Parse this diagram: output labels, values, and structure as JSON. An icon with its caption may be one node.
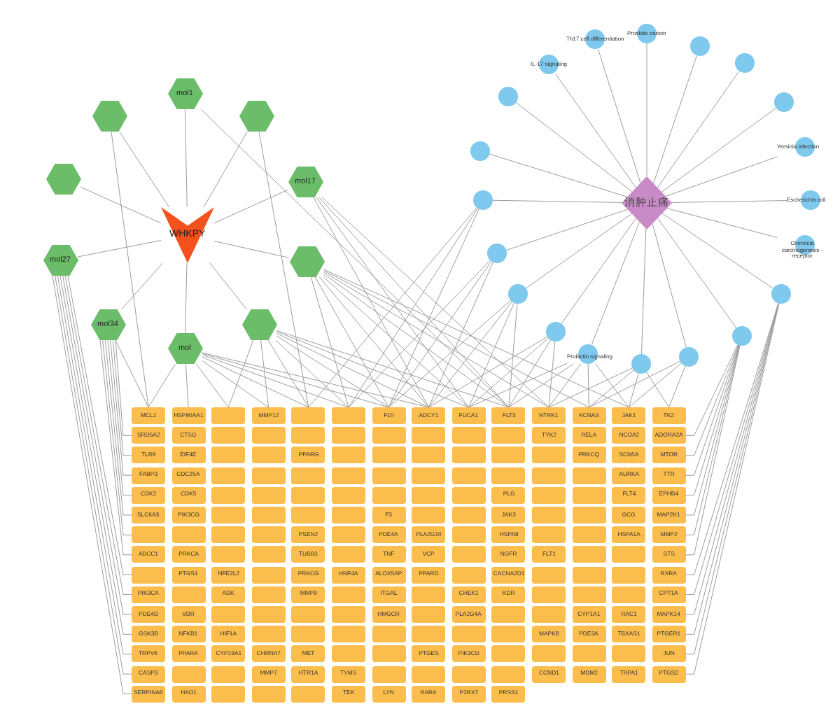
{
  "diagram": {
    "nodes": [
      {
        "text": [
          "WHKPY"
        ]
      },
      {
        "text": [
          "mol1"
        ]
      },
      {
        "text": [],
        "shape": "hexagon"
      },
      {
        "text": [],
        "shape": "hexagon"
      },
      {
        "text": [],
        "shape": "hexagon"
      },
      {
        "text": [
          "mol17"
        ]
      },
      {
        "text": [
          "mol27"
        ]
      },
      {
        "text": [],
        "shape": "hexagon"
      },
      {
        "text": [
          "mol34"
        ]
      },
      {
        "text": [],
        "shape": "hexagon"
      },
      {
        "text": [
          "mol"
        ]
      },
      {
        "text": [
          "消肿止痛"
        ]
      },
      {
        "text": [
          "Prostate cancer"
        ]
      },
      {
        "text": [
          "Th17 cell differentiation"
        ]
      },
      {
        "text": [],
        "shape": "circle"
      },
      {
        "text": [
          "IL-17 signaling"
        ]
      },
      {
        "text": [],
        "shape": "circle"
      },
      {
        "text": [],
        "shape": "circle"
      },
      {
        "text": [],
        "shape": "circle"
      },
      {
        "text": [
          "Yersinia infection"
        ]
      },
      {
        "text": [],
        "shape": "circle"
      },
      {
        "text": [],
        "shape": "circle"
      },
      {
        "text": [
          "Escherichia coli"
        ]
      },
      {
        "text": [
          "Chemical carcinogenesis - receptor"
        ]
      },
      {
        "text": [],
        "shape": "circle"
      },
      {
        "text": [],
        "shape": "circle"
      },
      {
        "text": [],
        "shape": "circle"
      },
      {
        "text": [],
        "shape": "circle"
      },
      {
        "text": [],
        "shape": "circle"
      },
      {
        "text": [
          "Prolactin signaling"
        ]
      },
      {
        "text": [],
        "shape": "circle"
      },
      {
        "text": [],
        "shape": "circle"
      },
      {
        "text": [
          "MCL1"
        ]
      },
      {
        "text": [
          "HSP90AA1"
        ]
      },
      {
        "text": [],
        "shape": "box"
      },
      {
        "text": [
          "MMP12"
        ]
      },
      {
        "text": [],
        "shape": "box"
      },
      {
        "text": [],
        "shape": "box"
      },
      {
        "text": [
          "F10"
        ]
      },
      {
        "text": [
          "ADCY1"
        ]
      },
      {
        "text": [
          "FUCA1"
        ]
      },
      {
        "text": [
          "FLT3"
        ]
      },
      {
        "text": [
          "NTRK1"
        ]
      },
      {
        "text": [
          "KCNA3"
        ]
      },
      {
        "text": [
          "JAK1"
        ]
      },
      {
        "text": [
          "TK2"
        ]
      },
      {
        "text": [
          "SRD5A2"
        ]
      },
      {
        "text": [
          "CTSG"
        ]
      },
      {
        "text": [],
        "shape": "box"
      },
      {
        "text": [],
        "shape": "box"
      },
      {
        "text": [],
        "shape": "box"
      },
      {
        "text": [],
        "shape": "box"
      },
      {
        "text": [],
        "shape": "box"
      },
      {
        "text": [],
        "shape": "box"
      },
      {
        "text": [],
        "shape": "box"
      },
      {
        "text": [],
        "shape": "box"
      },
      {
        "text": [
          "TYK2"
        ]
      },
      {
        "text": [
          "RELA"
        ]
      },
      {
        "text": [
          "NCOA2"
        ]
      },
      {
        "text": [
          "ADORA2A"
        ]
      },
      {
        "text": [
          "TLR9"
        ]
      },
      {
        "text": [
          "EIF4E"
        ]
      },
      {
        "text": [],
        "shape": "box"
      },
      {
        "text": [],
        "shape": "box"
      },
      {
        "text": [
          "PPARG"
        ]
      },
      {
        "text": [],
        "shape": "box"
      },
      {
        "text": [],
        "shape": "box"
      },
      {
        "text": [],
        "shape": "box"
      },
      {
        "text": [],
        "shape": "box"
      },
      {
        "text": [],
        "shape": "box"
      },
      {
        "text": [],
        "shape": "box"
      },
      {
        "text": [
          "PRKCQ"
        ]
      },
      {
        "text": [
          "SCN5A"
        ]
      },
      {
        "text": [
          "MTOR"
        ]
      },
      {
        "text": [
          "FABP3"
        ]
      },
      {
        "text": [
          "CDC25A"
        ]
      },
      {
        "text": [],
        "shape": "box"
      },
      {
        "text": [],
        "shape": "box"
      },
      {
        "text": [],
        "shape": "box"
      },
      {
        "text": [],
        "shape": "box"
      },
      {
        "text": [],
        "shape": "box"
      },
      {
        "text": [],
        "shape": "box"
      },
      {
        "text": [],
        "shape": "box"
      },
      {
        "text": [],
        "shape": "box"
      },
      {
        "text": [],
        "shape": "box"
      },
      {
        "text": [],
        "shape": "box"
      },
      {
        "text": [
          "AURKA"
        ]
      },
      {
        "text": [
          "TTR"
        ]
      },
      {
        "text": [
          "CDK2"
        ]
      },
      {
        "text": [
          "CDK5"
        ]
      },
      {
        "text": [],
        "shape": "box"
      },
      {
        "text": [],
        "shape": "box"
      },
      {
        "text": [],
        "shape": "box"
      },
      {
        "text": [],
        "shape": "box"
      },
      {
        "text": [],
        "shape": "box"
      },
      {
        "text": [],
        "shape": "box"
      },
      {
        "text": [],
        "shape": "box"
      },
      {
        "text": [
          "PLG"
        ]
      },
      {
        "text": [],
        "shape": "box"
      },
      {
        "text": [],
        "shape": "box"
      },
      {
        "text": [
          "FLT4"
        ]
      },
      {
        "text": [
          "EPHB4"
        ]
      },
      {
        "text": [
          "SLC6A3"
        ]
      },
      {
        "text": [
          "PIK3CG"
        ]
      },
      {
        "text": [],
        "shape": "box"
      },
      {
        "text": [],
        "shape": "box"
      },
      {
        "text": [],
        "shape": "box"
      },
      {
        "text": [],
        "shape": "box"
      },
      {
        "text": [
          "F3"
        ]
      },
      {
        "text": [],
        "shape": "box"
      },
      {
        "text": [],
        "shape": "box"
      },
      {
        "text": [
          "JAK3"
        ]
      },
      {
        "text": [],
        "shape": "box"
      },
      {
        "text": [],
        "shape": "box"
      },
      {
        "text": [
          "GCG"
        ]
      },
      {
        "text": [
          "MAP2K1"
        ]
      },
      {
        "text": [],
        "shape": "box"
      },
      {
        "text": [],
        "shape": "box"
      },
      {
        "text": [],
        "shape": "box"
      },
      {
        "text": [],
        "shape": "box"
      },
      {
        "text": [
          "PSEN2"
        ]
      },
      {
        "text": [],
        "shape": "box"
      },
      {
        "text": [
          "PDE4A"
        ]
      },
      {
        "text": [
          "PLA2G10"
        ]
      },
      {
        "text": [],
        "shape": "box"
      },
      {
        "text": [
          "HSPA8"
        ]
      },
      {
        "text": [],
        "shape": "box"
      },
      {
        "text": [],
        "shape": "box"
      },
      {
        "text": [
          "HSPA1A"
        ]
      },
      {
        "text": [
          "MMP2"
        ]
      },
      {
        "text": [
          "ABCC1"
        ]
      },
      {
        "text": [
          "PRKCA"
        ]
      },
      {
        "text": [],
        "shape": "box"
      },
      {
        "text": [],
        "shape": "box"
      },
      {
        "text": [
          "TUBB3"
        ]
      },
      {
        "text": [],
        "shape": "box"
      },
      {
        "text": [
          "TNF"
        ]
      },
      {
        "text": [
          "VCP"
        ]
      },
      {
        "text": [],
        "shape": "box"
      },
      {
        "text": [
          "NGFR"
        ]
      },
      {
        "text": [
          "FLT1"
        ]
      },
      {
        "text": [],
        "shape": "box"
      },
      {
        "text": [],
        "shape": "box"
      },
      {
        "text": [
          "STS"
        ]
      },
      {
        "text": [],
        "shape": "box"
      },
      {
        "text": [
          "PTGS1"
        ]
      },
      {
        "text": [
          "NFE2L2"
        ]
      },
      {
        "text": [],
        "shape": "box"
      },
      {
        "text": [
          "PRKCG"
        ]
      },
      {
        "text": [
          "HNF4A"
        ]
      },
      {
        "text": [
          "ALOX5AP"
        ]
      },
      {
        "text": [
          "PPARD"
        ]
      },
      {
        "text": [],
        "shape": "box"
      },
      {
        "text": [
          "CACNA2D1"
        ]
      },
      {
        "text": [],
        "shape": "box"
      },
      {
        "text": [],
        "shape": "box"
      },
      {
        "text": [],
        "shape": "box"
      },
      {
        "text": [
          "RXRA"
        ]
      },
      {
        "text": [
          "PIK3CA"
        ]
      },
      {
        "text": [],
        "shape": "box"
      },
      {
        "text": [
          "ADK"
        ]
      },
      {
        "text": [],
        "shape": "box"
      },
      {
        "text": [
          "MMP9"
        ]
      },
      {
        "text": [],
        "shape": "box"
      },
      {
        "text": [
          "ITGAL"
        ]
      },
      {
        "text": [],
        "shape": "box"
      },
      {
        "text": [
          "CHEK1"
        ]
      },
      {
        "text": [
          "KDR"
        ]
      },
      {
        "text": [],
        "shape": "box"
      },
      {
        "text": [],
        "shape": "box"
      },
      {
        "text": [],
        "shape": "box"
      },
      {
        "text": [
          "CPT1A"
        ]
      },
      {
        "text": [
          "PDE4D"
        ]
      },
      {
        "text": [
          "VDR"
        ]
      },
      {
        "text": [],
        "shape": "box"
      },
      {
        "text": [],
        "shape": "box"
      },
      {
        "text": [],
        "shape": "box"
      },
      {
        "text": [],
        "shape": "box"
      },
      {
        "text": [
          "HMGCR"
        ]
      },
      {
        "text": [],
        "shape": "box"
      },
      {
        "text": [
          "PLA2G4A"
        ]
      },
      {
        "text": [],
        "shape": "box"
      },
      {
        "text": [],
        "shape": "box"
      },
      {
        "text": [
          "CYP1A1"
        ]
      },
      {
        "text": [
          "RAC1"
        ]
      },
      {
        "text": [
          "MAPK14"
        ]
      },
      {
        "text": [
          "GSK3B"
        ]
      },
      {
        "text": [
          "NFKB1"
        ]
      },
      {
        "text": [
          "HIF1A"
        ]
      },
      {
        "text": [],
        "shape": "box"
      },
      {
        "text": [],
        "shape": "box"
      },
      {
        "text": [],
        "shape": "box"
      },
      {
        "text": [],
        "shape": "box"
      },
      {
        "text": [],
        "shape": "box"
      },
      {
        "text": [],
        "shape": "box"
      },
      {
        "text": [],
        "shape": "box"
      },
      {
        "text": [
          "MAPK8"
        ]
      },
      {
        "text": [
          "PDE3A"
        ]
      },
      {
        "text": [
          "TBXAS1"
        ]
      },
      {
        "text": [
          "PTGER1"
        ]
      },
      {
        "text": [
          "TRPV6"
        ]
      },
      {
        "text": [
          "PPARA"
        ]
      },
      {
        "text": [
          "CYP19A1"
        ]
      },
      {
        "text": [
          "CHRNA7"
        ]
      },
      {
        "text": [
          "MET"
        ]
      },
      {
        "text": [],
        "shape": "box"
      },
      {
        "text": [],
        "shape": "box"
      },
      {
        "text": [
          "PTGES"
        ]
      },
      {
        "text": [
          "PIK3CD"
        ]
      },
      {
        "text": [],
        "shape": "box"
      },
      {
        "text": [],
        "shape": "box"
      },
      {
        "text": [],
        "shape": "box"
      },
      {
        "text": [],
        "shape": "box"
      },
      {
        "text": [
          "JUN"
        ]
      },
      {
        "text": [
          "CASP3"
        ]
      },
      {
        "text": [],
        "shape": "box"
      },
      {
        "text": [],
        "shape": "box"
      },
      {
        "text": [
          "MMP7"
        ]
      },
      {
        "text": [
          "HTR1A"
        ]
      },
      {
        "text": [
          "TYMS"
        ]
      },
      {
        "text": [],
        "shape": "box"
      },
      {
        "text": [],
        "shape": "box"
      },
      {
        "text": [],
        "shape": "box"
      },
      {
        "text": [],
        "shape": "box"
      },
      {
        "text": [
          "CCND1"
        ]
      },
      {
        "text": [
          "MDM2"
        ]
      },
      {
        "text": [
          "TRPA1"
        ]
      },
      {
        "text": [
          "PTGS2"
        ]
      },
      {
        "text": [
          "SERPINA6"
        ]
      },
      {
        "text": [
          "HAO1"
        ]
      },
      {
        "text": [],
        "shape": "box"
      },
      {
        "text": [],
        "shape": "box"
      },
      {
        "text": [],
        "shape": "box"
      },
      {
        "text": [
          "TEK"
        ]
      },
      {
        "text": [
          "LYN"
        ]
      },
      {
        "text": [
          "RARA"
        ]
      },
      {
        "text": [
          "P2RX7"
        ]
      },
      {
        "text": [
          "PRSS1"
        ]
      }
    ],
    "edges": [
      {
        "from": 0,
        "to": 1,
        "arrow": "none"
      },
      {
        "from": 0,
        "to": 2,
        "arrow": "none"
      },
      {
        "from": 0,
        "to": 3,
        "arrow": "none"
      },
      {
        "from": 0,
        "to": 4,
        "arrow": "none"
      },
      {
        "from": 0,
        "to": 5,
        "arrow": "none"
      },
      {
        "from": 0,
        "to": 6,
        "arrow": "none"
      },
      {
        "from": 0,
        "to": 7,
        "arrow": "none"
      },
      {
        "from": 0,
        "to": 8,
        "arrow": "none"
      },
      {
        "from": 0,
        "to": 9,
        "arrow": "none"
      },
      {
        "from": 0,
        "to": 10,
        "arrow": "none"
      },
      {
        "from": 11,
        "to": 12,
        "arrow": "none"
      },
      {
        "from": 11,
        "to": 13,
        "arrow": "none"
      },
      {
        "from": 11,
        "to": 14,
        "arrow": "none"
      },
      {
        "from": 11,
        "to": 15,
        "arrow": "none"
      },
      {
        "from": 11,
        "to": 16,
        "arrow": "none"
      },
      {
        "from": 11,
        "to": 17,
        "arrow": "none"
      },
      {
        "from": 11,
        "to": 18,
        "arrow": "none"
      },
      {
        "from": 11,
        "to": 19,
        "arrow": "none"
      },
      {
        "from": 11,
        "to": 20,
        "arrow": "none"
      },
      {
        "from": 11,
        "to": 21,
        "arrow": "none"
      },
      {
        "from": 11,
        "to": 22,
        "arrow": "none"
      },
      {
        "from": 11,
        "to": 23,
        "arrow": "none"
      },
      {
        "from": 11,
        "to": 24,
        "arrow": "none"
      },
      {
        "from": 11,
        "to": 25,
        "arrow": "none"
      },
      {
        "from": 11,
        "to": 26,
        "arrow": "none"
      },
      {
        "from": 11,
        "to": 27,
        "arrow": "none"
      },
      {
        "from": 11,
        "to": 28,
        "arrow": "none"
      },
      {
        "from": 11,
        "to": 29,
        "arrow": "none"
      },
      {
        "from": 11,
        "to": 30,
        "arrow": "none"
      },
      {
        "from": 11,
        "to": 31,
        "arrow": "none"
      },
      {
        "from": 10,
        "to": 32,
        "arrow": "none"
      },
      {
        "from": 10,
        "to": 33,
        "arrow": "none"
      },
      {
        "from": 10,
        "to": 34,
        "arrow": "none"
      },
      {
        "from": 10,
        "to": 35,
        "arrow": "none"
      },
      {
        "from": 10,
        "to": 36,
        "arrow": "none"
      },
      {
        "from": 10,
        "to": 37,
        "arrow": "none"
      },
      {
        "from": 10,
        "to": 38,
        "arrow": "none"
      },
      {
        "from": 10,
        "to": 39,
        "arrow": "none"
      },
      {
        "from": 8,
        "to": 32,
        "arrow": "none"
      },
      {
        "from": 8,
        "to": 46,
        "arrow": "none"
      },
      {
        "from": 8,
        "to": 60,
        "arrow": "none"
      },
      {
        "from": 8,
        "to": 74,
        "arrow": "none"
      },
      {
        "from": 8,
        "to": 88,
        "arrow": "none"
      },
      {
        "from": 8,
        "to": 102,
        "arrow": "none"
      },
      {
        "from": 8,
        "to": 116,
        "arrow": "none"
      },
      {
        "from": 8,
        "to": 130,
        "arrow": "none"
      },
      {
        "from": 6,
        "to": 144,
        "arrow": "none"
      },
      {
        "from": 6,
        "to": 158,
        "arrow": "none"
      },
      {
        "from": 6,
        "to": 172,
        "arrow": "none"
      },
      {
        "from": 6,
        "to": 186,
        "arrow": "none"
      },
      {
        "from": 6,
        "to": 200,
        "arrow": "none"
      },
      {
        "from": 6,
        "to": 214,
        "arrow": "none"
      },
      {
        "from": 6,
        "to": 228,
        "arrow": "none"
      },
      {
        "from": 9,
        "to": 34,
        "arrow": "none"
      },
      {
        "from": 9,
        "to": 35,
        "arrow": "none"
      },
      {
        "from": 9,
        "to": 36,
        "arrow": "none"
      },
      {
        "from": 9,
        "to": 37,
        "arrow": "none"
      },
      {
        "from": 9,
        "to": 38,
        "arrow": "none"
      },
      {
        "from": 9,
        "to": 39,
        "arrow": "none"
      },
      {
        "from": 9,
        "to": 40,
        "arrow": "none"
      },
      {
        "from": 9,
        "to": 41,
        "arrow": "none"
      },
      {
        "from": 7,
        "to": 37,
        "arrow": "none"
      },
      {
        "from": 7,
        "to": 38,
        "arrow": "none"
      },
      {
        "from": 7,
        "to": 39,
        "arrow": "none"
      },
      {
        "from": 7,
        "to": 40,
        "arrow": "none"
      },
      {
        "from": 7,
        "to": 41,
        "arrow": "none"
      },
      {
        "from": 7,
        "to": 42,
        "arrow": "none"
      },
      {
        "from": 7,
        "to": 43,
        "arrow": "none"
      },
      {
        "from": 7,
        "to": 44,
        "arrow": "none"
      },
      {
        "from": 5,
        "to": 39,
        "arrow": "none"
      },
      {
        "from": 5,
        "to": 40,
        "arrow": "none"
      },
      {
        "from": 5,
        "to": 41,
        "arrow": "none"
      },
      {
        "from": 5,
        "to": 42,
        "arrow": "none"
      },
      {
        "from": 1,
        "to": 41,
        "arrow": "none"
      },
      {
        "from": 2,
        "to": 32,
        "arrow": "none"
      },
      {
        "from": 3,
        "to": 36,
        "arrow": "none"
      },
      {
        "from": 29,
        "to": 40,
        "arrow": "none"
      },
      {
        "from": 29,
        "to": 41,
        "arrow": "none"
      },
      {
        "from": 29,
        "to": 42,
        "arrow": "none"
      },
      {
        "from": 29,
        "to": 43,
        "arrow": "none"
      },
      {
        "from": 29,
        "to": 44,
        "arrow": "none"
      },
      {
        "from": 31,
        "to": 42,
        "arrow": "none"
      },
      {
        "from": 31,
        "to": 43,
        "arrow": "none"
      },
      {
        "from": 31,
        "to": 44,
        "arrow": "none"
      },
      {
        "from": 31,
        "to": 45,
        "arrow": "none"
      },
      {
        "from": 30,
        "to": 43,
        "arrow": "none"
      },
      {
        "from": 30,
        "to": 44,
        "arrow": "none"
      },
      {
        "from": 30,
        "to": 45,
        "arrow": "none"
      },
      {
        "from": 28,
        "to": 39,
        "arrow": "none"
      },
      {
        "from": 28,
        "to": 40,
        "arrow": "none"
      },
      {
        "from": 28,
        "to": 41,
        "arrow": "none"
      },
      {
        "from": 28,
        "to": 42,
        "arrow": "none"
      },
      {
        "from": 26,
        "to": 38,
        "arrow": "none"
      },
      {
        "from": 26,
        "to": 39,
        "arrow": "none"
      },
      {
        "from": 26,
        "to": 40,
        "arrow": "none"
      },
      {
        "from": 26,
        "to": 41,
        "arrow": "none"
      },
      {
        "from": 24,
        "to": 37,
        "arrow": "none"
      },
      {
        "from": 24,
        "to": 38,
        "arrow": "none"
      },
      {
        "from": 24,
        "to": 39,
        "arrow": "none"
      },
      {
        "from": 21,
        "to": 36,
        "arrow": "none"
      },
      {
        "from": 21,
        "to": 37,
        "arrow": "none"
      },
      {
        "from": 21,
        "to": 38,
        "arrow": "none"
      },
      {
        "from": 27,
        "to": 59,
        "arrow": "none"
      },
      {
        "from": 27,
        "to": 73,
        "arrow": "none"
      },
      {
        "from": 27,
        "to": 87,
        "arrow": "none"
      },
      {
        "from": 27,
        "to": 101,
        "arrow": "none"
      },
      {
        "from": 27,
        "to": 115,
        "arrow": "none"
      },
      {
        "from": 27,
        "to": 129,
        "arrow": "none"
      },
      {
        "from": 27,
        "to": 143,
        "arrow": "none"
      },
      {
        "from": 25,
        "to": 157,
        "arrow": "none"
      },
      {
        "from": 25,
        "to": 171,
        "arrow": "none"
      },
      {
        "from": 25,
        "to": 185,
        "arrow": "none"
      },
      {
        "from": 25,
        "to": 199,
        "arrow": "none"
      },
      {
        "from": 25,
        "to": 213,
        "arrow": "none"
      },
      {
        "from": 25,
        "to": 227,
        "arrow": "none"
      }
    ]
  }
}
